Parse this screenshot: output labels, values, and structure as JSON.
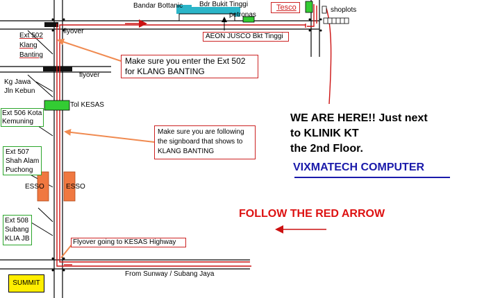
{
  "labels": {
    "bandar_bottanic": "Bandar Bottanic",
    "bdr_bukit_tinggi": "Bdr Bukit Tinggi",
    "petronas": "petronas",
    "tesco": "Tesco",
    "shoplots": "shoplots",
    "aeon": "AEON JUSCO Bkt Tinggi",
    "flyover_top": "flyover",
    "flyover_mid": "flyover",
    "ext502": [
      "Ext 502",
      "Klang",
      "Banting"
    ],
    "kg_jawa": [
      "Kg Jawa",
      "Jln Kebun"
    ],
    "tol_kesas": "Tol KESAS",
    "ext506": [
      "Ext 506 Kota",
      "Kemuning"
    ],
    "ext507": [
      "Ext 507",
      "Shah Alam",
      "Puchong"
    ],
    "esso_left": "ESSO",
    "esso_right": "ESSO",
    "ext508": [
      "Ext 508",
      "Subang",
      "KLIA JB"
    ],
    "flyover_kesas": "Flyover going to KESAS Highway",
    "from_sunway": "From Sunway / Subang Jaya",
    "summit": "SUMMIT"
  },
  "notes": {
    "note1": [
      "Make sure you enter the Ext 502",
      "for KLANG BANTING"
    ],
    "note2": [
      "Make sure you are following",
      "the signboard that shows to",
      "KLANG BANTING"
    ]
  },
  "message": {
    "line1": "WE ARE HERE!! Just next",
    "line2": "to  KLINIK KT",
    "line3": "the 2nd Floor.",
    "company": "VIXMATECH COMPUTER",
    "follow": "FOLLOW THE RED ARROW"
  },
  "colors": {
    "route": "#cc1111",
    "road": "#000000",
    "annotation_arrow": "#f08a50",
    "building_cyan": "#2bb5c8",
    "marker_green": "#33cc33",
    "esso_orange": "#f07840",
    "summit_yellow": "#ffee00",
    "company_blue": "#1a1aaa"
  }
}
